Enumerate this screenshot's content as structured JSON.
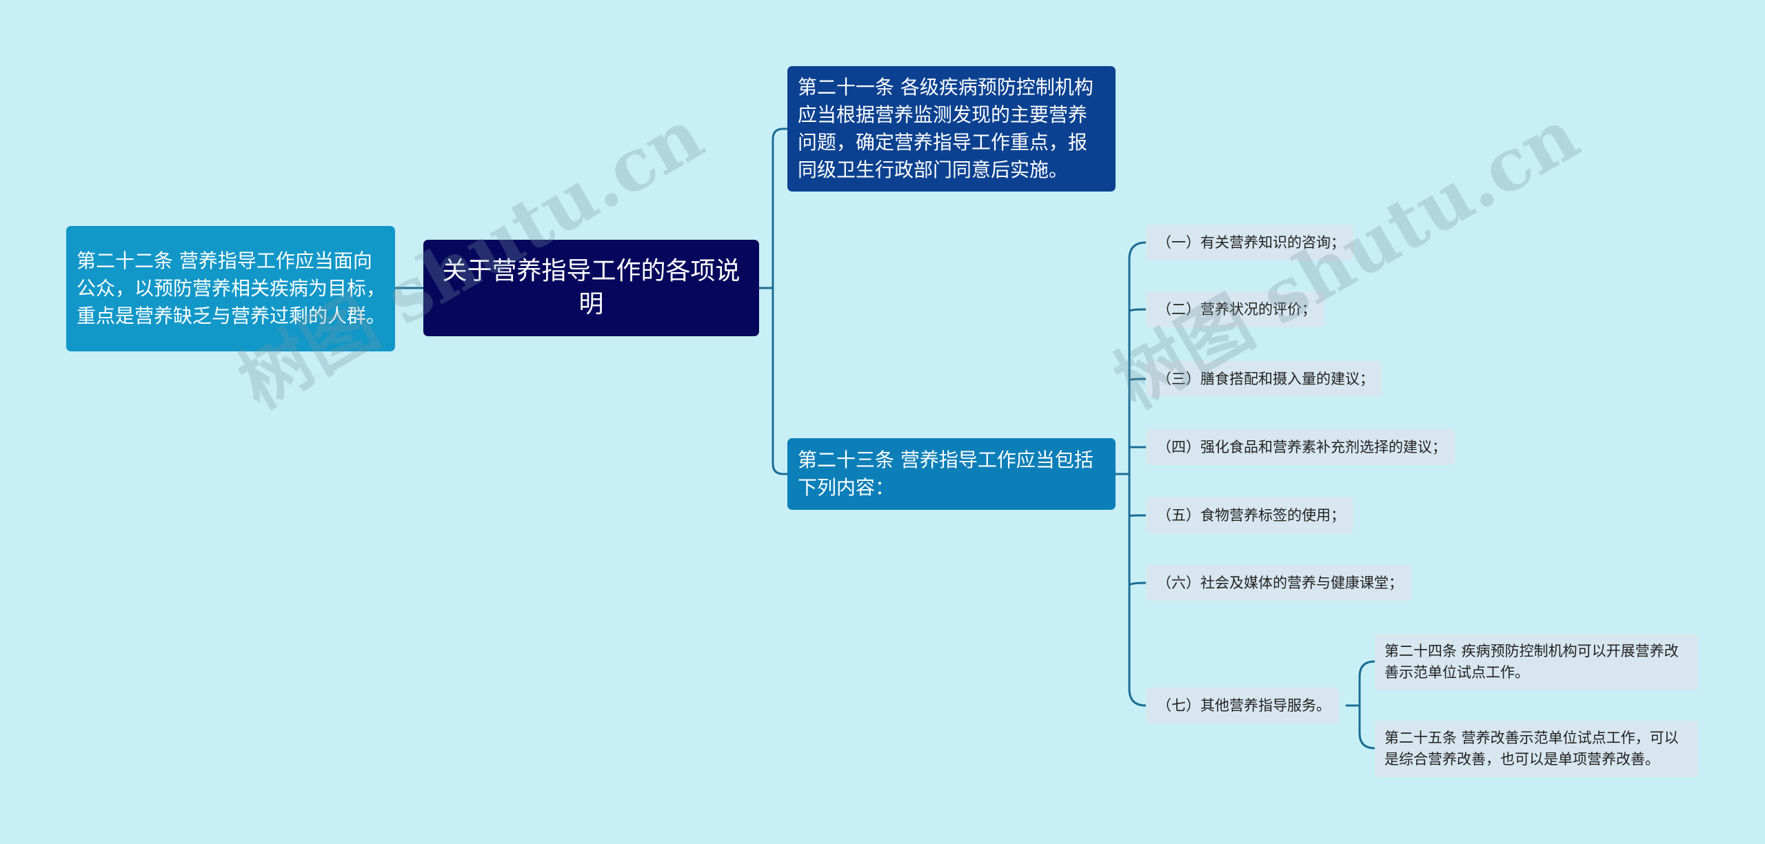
{
  "root": {
    "label": "关于营养指导工作的各项说明"
  },
  "branches": {
    "art21": "第二十一条 各级疾病预防控制机构应当根据营养监测发现的主要营养问题，确定营养指导工作重点，报同级卫生行政部门同意后实施。",
    "art22": "第二十二条 营养指导工作应当面向公众，以预防营养相关疾病为目标，重点是营养缺乏与营养过剩的人群。",
    "art23": "第二十三条 营养指导工作应当包括下列内容："
  },
  "items": [
    "（一）有关营养知识的咨询；",
    "（二）营养状况的评价；",
    "（三）膳食搭配和摄入量的建议；",
    "（四）强化食品和营养素补充剂选择的建议；",
    "（五）食物营养标签的使用；",
    "（六）社会及媒体的营养与健康课堂；",
    "（七）其他营养指导服务。"
  ],
  "subitems": [
    "第二十四条 疾病预防控制机构可以开展营养改善示范单位试点工作。",
    "第二十五条 营养改善示范单位试点工作，可以是综合营养改善，也可以是单项营养改善。"
  ],
  "watermark": "树图 shutu.cn",
  "colors": {
    "background": "#c9eff6",
    "root": "#06075c",
    "art21": "#0b4190",
    "art22": "#1197c8",
    "art23": "#0c7fb8",
    "leaf": "#d7e6ef",
    "connector": "#1a6d95"
  }
}
